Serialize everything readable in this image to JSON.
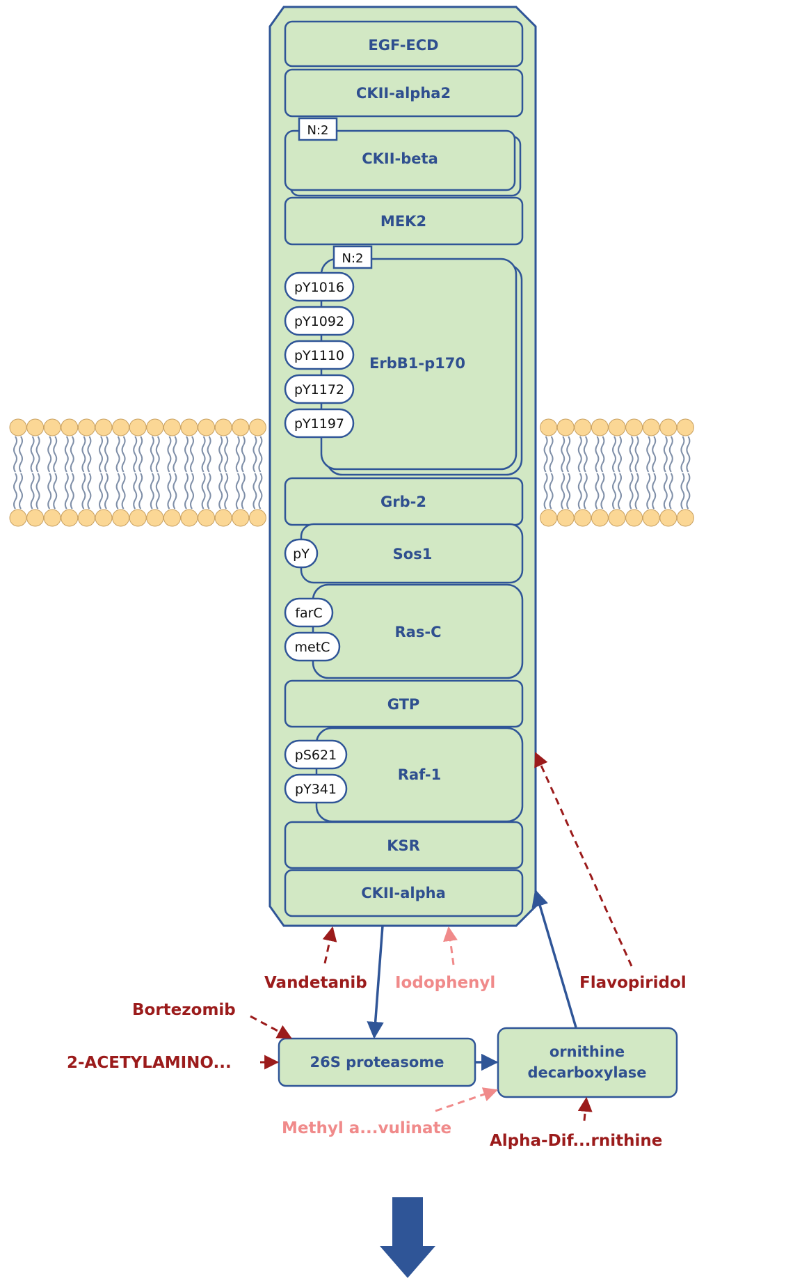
{
  "colors": {
    "box_fill": "#d2e8c4",
    "box_stroke": "#2f5597",
    "label": "#2f4f8f",
    "drug_dark": "#9b1b1b",
    "drug_light": "#f08a8a",
    "membrane_head": "#fbd795",
    "membrane_tail": "#7f8fa8"
  },
  "complex": {
    "components": [
      {
        "label": "EGF-ECD"
      },
      {
        "label": "CKII-alpha2"
      },
      {
        "label": "CKII-beta",
        "multimer": "N:2"
      },
      {
        "label": "MEK2"
      },
      {
        "label": "ErbB1-p170",
        "multimer": "N:2",
        "modifications": [
          "pY1016",
          "pY1092",
          "pY1110",
          "pY1172",
          "pY1197"
        ]
      },
      {
        "label": "Grb-2"
      },
      {
        "label": "Sos1",
        "modifications": [
          "pY"
        ]
      },
      {
        "label": "Ras-C",
        "modifications": [
          "farC",
          "metC"
        ]
      },
      {
        "label": "GTP"
      },
      {
        "label": "Raf-1",
        "modifications": [
          "pS621",
          "pY341"
        ]
      },
      {
        "label": "KSR"
      },
      {
        "label": "CKII-alpha"
      }
    ]
  },
  "nodes": {
    "proteasome": "26S proteasome",
    "odc_line1": "ornithine",
    "odc_line2": "decarboxylase"
  },
  "drugs": {
    "vandetanib": "Vandetanib",
    "iodophenyl": "Iodophenyl",
    "flavopiridol": "Flavopiridol",
    "bortezomib": "Bortezomib",
    "acetylamino": "2-ACETYLAMINO...",
    "methyl": "Methyl a...vulinate",
    "alpha_dif": "Alpha-Dif...rnithine"
  }
}
